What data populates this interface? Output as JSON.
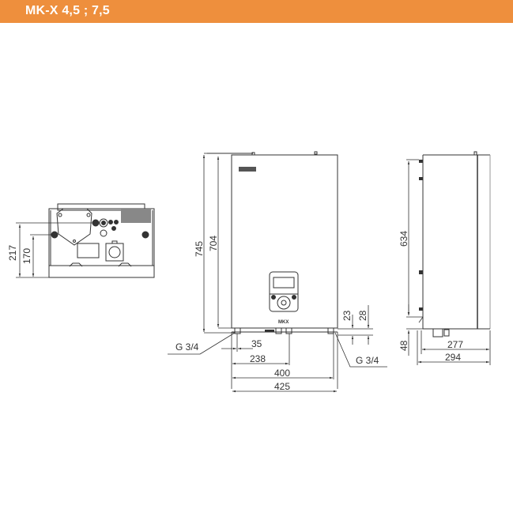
{
  "header": {
    "title": "MK-X 4,5 ; 7,5",
    "background_color": "#ee8f3d",
    "text_color": "#ffffff"
  },
  "bottom_view": {
    "dimensions": {
      "height_total": "217",
      "height_mount": "170"
    }
  },
  "front_view": {
    "logo_text": "MKX",
    "dimensions": {
      "height_total": "745",
      "height_body": "704",
      "connection_left": "G 3/4",
      "connection_right": "G 3/4",
      "offset_35": "35",
      "offset_238": "238",
      "width_400": "400",
      "width_425": "425",
      "pipe_23": "23",
      "pipe_28": "28"
    }
  },
  "side_view": {
    "dimensions": {
      "height_634": "634",
      "bottom_48": "48",
      "depth_277": "277",
      "depth_294": "294"
    }
  },
  "colors": {
    "line": "#333333",
    "accent": "#ee8f3d"
  }
}
